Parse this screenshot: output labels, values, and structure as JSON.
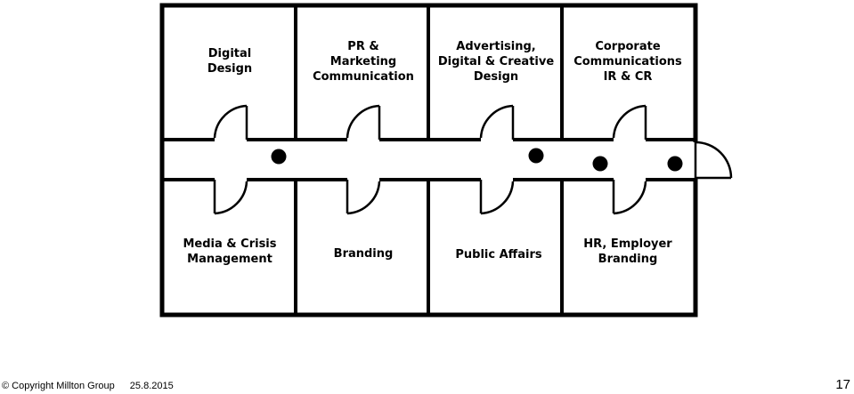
{
  "rooms_top": [
    {
      "label": "Digital\nDesign"
    },
    {
      "label": "PR &\nMarketing\nCommunication"
    },
    {
      "label": "Advertising,\nDigital & Creative\nDesign"
    },
    {
      "label": "Corporate\nCommunications\nIR & CR"
    }
  ],
  "rooms_bottom": [
    {
      "label": "Media & Crisis\nManagement"
    },
    {
      "label": "Branding"
    },
    {
      "label": "Public Affairs"
    },
    {
      "label": "HR, Employer\nBranding"
    }
  ],
  "footer": {
    "copyright": "© Copyright Millton Group",
    "date": "25.8.2015",
    "page_number": "17"
  },
  "colors": {
    "line": "#000000",
    "background": "#ffffff"
  }
}
